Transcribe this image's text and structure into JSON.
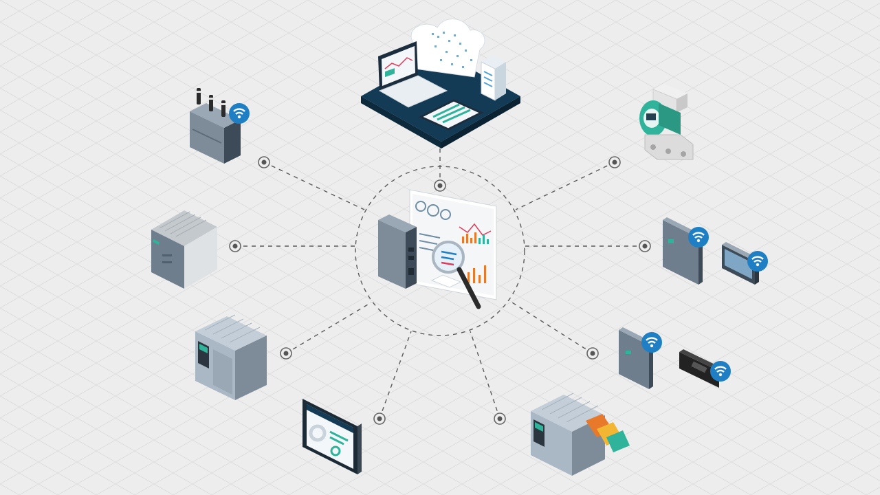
{
  "diagram": {
    "nodes": [
      {
        "id": "cloud-platform",
        "icon": "cloud-server-platform-icon"
      },
      {
        "id": "central-edge-device",
        "icon": "edge-device-analytics-dashboard-icon"
      },
      {
        "id": "wireless-modem",
        "icon": "wireless-router-antennas-icon"
      },
      {
        "id": "pressure-transmitter",
        "icon": "pressure-transmitter-icon"
      },
      {
        "id": "power-supply",
        "icon": "power-supply-module-icon"
      },
      {
        "id": "wireless-io-modules",
        "icon": "wireless-io-module-icon"
      },
      {
        "id": "plc-controller",
        "icon": "plc-controller-icon"
      },
      {
        "id": "wireless-sensors",
        "icon": "wireless-sensor-icon"
      },
      {
        "id": "hmi-touch-panel",
        "icon": "hmi-touch-panel-icon"
      },
      {
        "id": "plc-with-third-party",
        "icon": "plc-third-party-devices-icon"
      }
    ],
    "connections": [
      [
        "central-edge-device",
        "cloud-platform"
      ],
      [
        "central-edge-device",
        "wireless-modem"
      ],
      [
        "central-edge-device",
        "pressure-transmitter"
      ],
      [
        "central-edge-device",
        "power-supply"
      ],
      [
        "central-edge-device",
        "wireless-io-modules"
      ],
      [
        "central-edge-device",
        "plc-controller"
      ],
      [
        "central-edge-device",
        "wireless-sensors"
      ],
      [
        "central-edge-device",
        "hmi-touch-panel"
      ],
      [
        "central-edge-device",
        "plc-with-third-party"
      ]
    ],
    "colors": {
      "background": "#ededed",
      "grid": "#dcdcdc",
      "dashed_line": "#5a5a5a",
      "wifi_badge": "#1f7fc4",
      "device_gray": "#8a97a6",
      "cloud_platform": "#143b55",
      "accent_teal": "#2fb39a",
      "accent_orange": "#e8792b",
      "accent_yellow": "#f2b632"
    }
  }
}
